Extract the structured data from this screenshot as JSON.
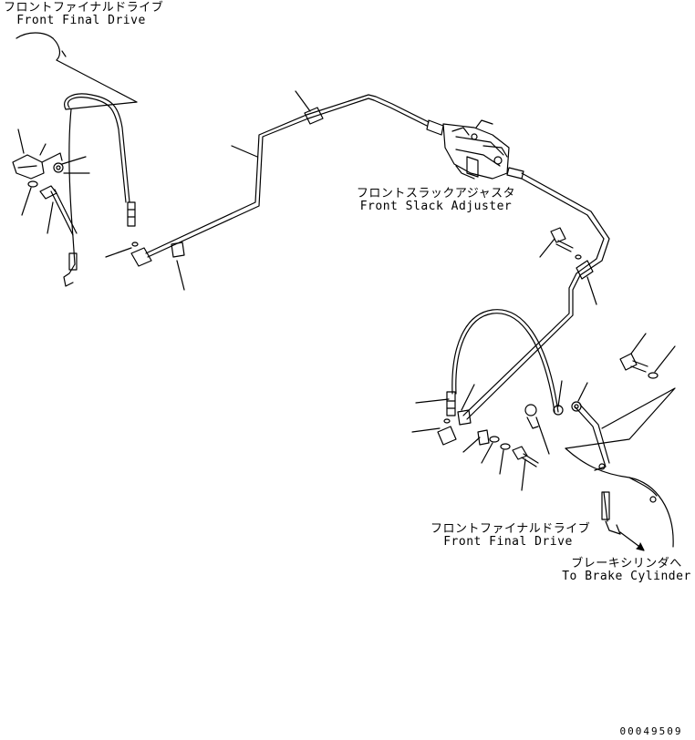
{
  "labels": {
    "front_final_drive_top": {
      "jp": "フロントファイナルドライブ",
      "en": "Front Final Drive"
    },
    "front_slack_adjuster": {
      "jp": "フロントスラックアジャスタ",
      "en": "Front Slack Adjuster"
    },
    "front_final_drive_bottom": {
      "jp": "フロントファイナルドライブ",
      "en": "Front Final Drive"
    },
    "to_brake_cylinder": {
      "jp": "ブレーキシリンダへ",
      "en": "To Brake Cylinder"
    }
  },
  "drawing_number": "00049509",
  "colors": {
    "line": "#000000",
    "background": "#ffffff"
  }
}
